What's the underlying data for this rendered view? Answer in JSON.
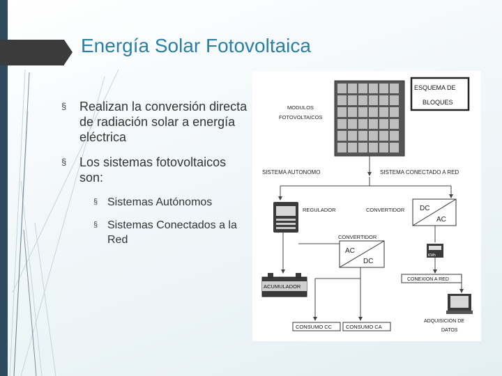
{
  "slide": {
    "title": "Energía Solar Fotovoltaica",
    "bullets": [
      {
        "text": "Realizan la conversión directa de radiación solar a energía eléctrica"
      },
      {
        "text": "Los sistemas fotovoltaicos son:",
        "sub": [
          {
            "text": "Sistemas Autónomos"
          },
          {
            "text": "Sistemas Conectados a la Red"
          }
        ]
      }
    ],
    "bullet_glyph": "§"
  },
  "diagram": {
    "label_modules": "MODULOS FOTOVOLTAICOS",
    "label_modules_l1": "MODULOS",
    "label_modules_l2": "FOTOVOLTAICOS",
    "label_scheme_l1": "ESQUEMA DE",
    "label_scheme_l2": "BLOQUES",
    "label_autonomous": "SISTEMA AUTONOMO",
    "label_grid": "SISTEMA CONECTADO A RED",
    "label_regulator": "REGULADOR",
    "label_converter_top": "CONVERTIDOR",
    "label_converter_mid": "CONVERTIDOR",
    "label_dc1": "DC",
    "label_ac1": "AC",
    "label_ac2": "AC",
    "label_dc2": "DC",
    "label_battery": "ACUMULADOR",
    "label_grid_conn": "CONEXION A RED",
    "label_consumo_cc": "CONSUMO CC",
    "label_consumo_ca": "CONSUMO CA",
    "label_daq_l1": "ADQUISICION DE",
    "label_daq_l2": "DATOS",
    "meter_label": "KWh"
  },
  "colors": {
    "accent": "#2a7fa8",
    "sidebar": "#2e4a5e",
    "title_tab": "#3b3b3b"
  }
}
